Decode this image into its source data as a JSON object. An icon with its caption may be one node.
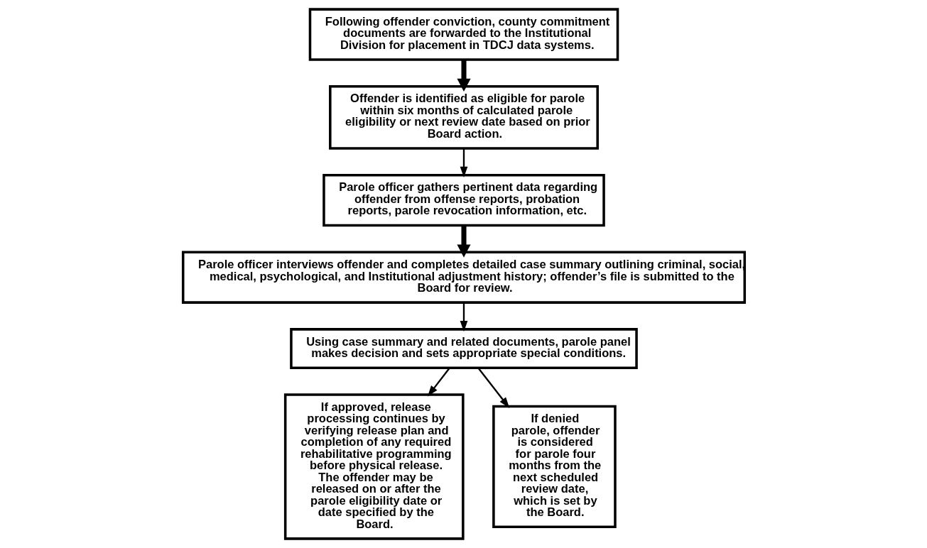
{
  "diagram": {
    "nodes": [
      {
        "text": [
          "Following offender conviction, county commitment documents are forwarded to the Institutional Division for placement in TDCJ data systems."
        ]
      },
      {
        "text": [
          "Offender is identified as eligible for parole within six months of calculated parole eligibility or next review date based on prior Board action."
        ]
      },
      {
        "text": [
          "Parole officer gathers pertinent data regarding offender from offense reports, probation reports, parole revocation information, etc."
        ]
      },
      {
        "text": [
          "Parole officer interviews offender and completes detailed case summary outlining criminal, social, medical, psychological, and Institutional adjustment history; offender’s file is submitted to the Board for review."
        ]
      },
      {
        "text": [
          "Using case summary and related documents, parole panel makes decision and sets appropriate special conditions."
        ]
      },
      {
        "text": [
          "If approved, release processing continues by verifying release plan and completion of any required rehabilitative programming before physical release. The offender may be released on or after the parole eligibility date or date specified by the Board."
        ]
      },
      {
        "text": [
          "If denied parole, offender is considered for parole four months from the next scheduled review date, which is set by the Board."
        ]
      }
    ],
    "edges": [
      {
        "from": 0,
        "to": 1,
        "arrow": "to",
        "style": "thick"
      },
      {
        "from": 1,
        "to": 2,
        "arrow": "to"
      },
      {
        "from": 2,
        "to": 3,
        "arrow": "to",
        "style": "thick"
      },
      {
        "from": 3,
        "to": 4,
        "arrow": "to"
      },
      {
        "from": 4,
        "to": 5,
        "arrow": "to"
      },
      {
        "from": 4,
        "to": 6,
        "arrow": "to"
      }
    ]
  }
}
